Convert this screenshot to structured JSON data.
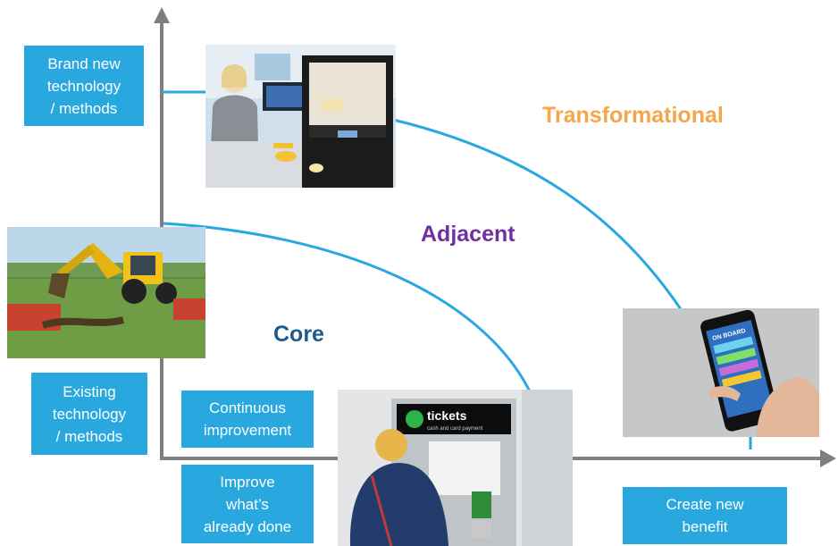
{
  "labels": {
    "y_high": "Brand new\ntechnology\n/ methods",
    "y_low": "Existing\ntechnology\n/ methods",
    "x_continuous": "Continuous\nimprovement",
    "x_improve": "Improve\nwhat’s\nalready done",
    "x_new": "Create new\nbenefit"
  },
  "zones": {
    "core": "Core",
    "adjacent": "Adjacent",
    "transformational": "Transformational"
  },
  "photos": {
    "printer": "3d-printer-office-photo",
    "digger": "digger-field-photo",
    "ticket_machine": "ticket-machine-photo",
    "phone": "smartphone-app-photo",
    "ticket_sign": "tickets",
    "ticket_sign_sub": "cash and card payment",
    "phone_title": "ON BOARD"
  },
  "colors": {
    "box": "#29a8df",
    "curve": "#29a8df",
    "axis": "#7f7f7f",
    "core": "#1f5a8f",
    "adjacent": "#7030a0",
    "transformational": "#f5a54a"
  }
}
